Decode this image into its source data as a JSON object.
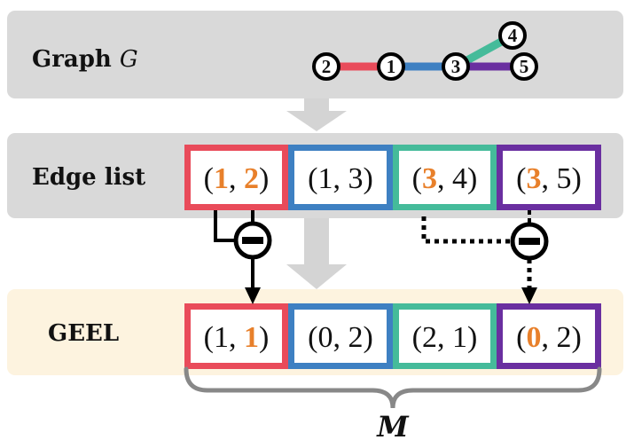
{
  "colors": {
    "edge_colors": [
      "#E94B5A",
      "#3E80C2",
      "#45BB9A",
      "#6A2FA0"
    ],
    "highlight": "#E8802B",
    "panel_gray": "#D9D9D9",
    "panel_cream": "#FDF3DF",
    "arrow_gray": "#D4D4D4",
    "brace_gray": "#888888"
  },
  "graph_panel": {
    "label": "Graph ",
    "label_var": "G",
    "nodes": [
      "2",
      "1",
      "3",
      "4",
      "5"
    ],
    "edges": [
      [
        "2",
        "1"
      ],
      [
        "1",
        "3"
      ],
      [
        "3",
        "4"
      ],
      [
        "3",
        "5"
      ]
    ]
  },
  "edge_list_panel": {
    "label": "Edge list",
    "cells": [
      {
        "a": "1",
        "b": "2",
        "a_hl": true,
        "b_hl": true
      },
      {
        "a": "1",
        "b": "3",
        "a_hl": false,
        "b_hl": false
      },
      {
        "a": "3",
        "b": "4",
        "a_hl": true,
        "b_hl": false
      },
      {
        "a": "3",
        "b": "5",
        "a_hl": true,
        "b_hl": false
      }
    ]
  },
  "operators": {
    "left_symbol": "−",
    "right_symbol": "−"
  },
  "geel_panel": {
    "label": "GEEL",
    "cells": [
      {
        "a": "1",
        "b": "1",
        "a_hl": false,
        "b_hl": true
      },
      {
        "a": "0",
        "b": "2",
        "a_hl": false,
        "b_hl": false
      },
      {
        "a": "2",
        "b": "1",
        "a_hl": false,
        "b_hl": false
      },
      {
        "a": "0",
        "b": "2",
        "a_hl": true,
        "b_hl": false
      }
    ]
  },
  "brace_label": "M"
}
